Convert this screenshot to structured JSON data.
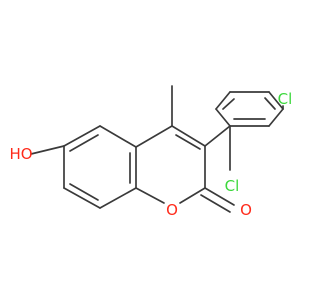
{
  "molecule": {
    "atoms": [
      {
        "id": "O_ring",
        "text": "O",
        "color": "#ff2a1a"
      },
      {
        "id": "O_carbonyl",
        "text": "O",
        "color": "#ff2a1a"
      },
      {
        "id": "OH",
        "text": "HO",
        "color": "#ff2a1a"
      },
      {
        "id": "Cl_ortho",
        "text": "Cl",
        "color": "#3cd83c"
      },
      {
        "id": "Cl_para",
        "text": "Cl",
        "color": "#3cd83c"
      }
    ],
    "colors": {
      "bond": "#3a3a3a",
      "oxygen": "#ff2a1a",
      "chlorine": "#3cd83c",
      "background": "#ffffff"
    }
  }
}
